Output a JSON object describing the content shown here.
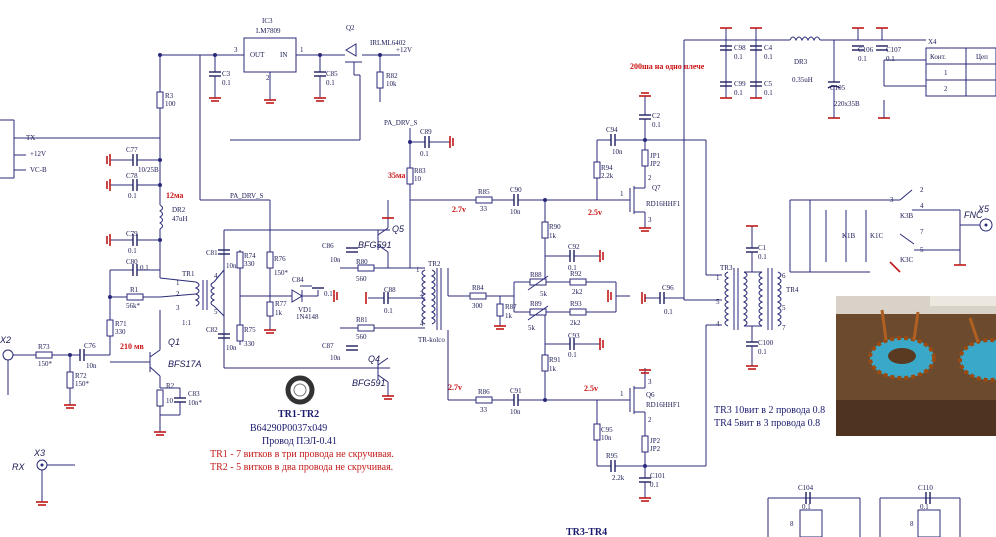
{
  "annotations": {
    "ic3_ref": "IC3",
    "ic3_part": "LM7809",
    "ic3_out": "OUT",
    "ic3_in": "IN",
    "ic3_pin3": "3",
    "ic3_pin1": "1",
    "ic3_pin2": "2",
    "q2_ref": "Q2",
    "q2_part": "IRLML6402",
    "v12": "+12V",
    "tx": "TX",
    "v12b": "+12V",
    "vcb": "VC-B",
    "pa_drv_s": "PA_DRV_S",
    "pa_drv_s2": "PA_DRV_S",
    "ma12": "12ма",
    "ma35": "35ма",
    "mv210": "210 мв",
    "v27a": "2.7v",
    "v27b": "2.7v",
    "v25a": "2.5v",
    "v25b": "2.5v",
    "per_arm": "200ша на одно плече",
    "rx": "RX",
    "x3": "X3",
    "x2": "X2",
    "x5": "X5",
    "fnc": "FNC",
    "x4": "X4",
    "x4_head": "Конт.",
    "x4_head2": "Цеп",
    "x4_r1": "1",
    "x4_r2": "2",
    "tr1": "TR1",
    "tr1_ratio": "1:1",
    "tr2": "TR2",
    "tr2_core": "TR-kolco",
    "tr3": "TR3",
    "tr4": "TR4",
    "tr34_title": "TR3-TR4",
    "q1": "Q1",
    "q1_part": "BFS17A",
    "q5": "Q5",
    "q5_part": "BFG591",
    "q4": "Q4",
    "q4_part": "BFG591",
    "q6": "Q6",
    "q6_part": "RD16HHF1",
    "q7": "Q7",
    "q7_part": "RD16HHF1",
    "dr2": "DR2",
    "dr2_val": "47uH",
    "dr3": "DR3",
    "dr3_val": "0.35uH",
    "k3b": "K3B",
    "k3c": "K3C",
    "k1b": "K1B",
    "k1c": "K1C",
    "jp1": "JP1",
    "jp1b": "JP2",
    "jp2": "JP2",
    "jp2b": "JP2",
    "vd1": "VD1",
    "vd1_part": "1N4148",
    "tr12_title": "TR1-TR2",
    "tr12_core": "B64290P0037x049",
    "tr12_wire": "Провод ПЭЛ-0.41",
    "tr1_note": "TR1 - 7 витков в три провода не скручивая.",
    "tr2_note": "TR2 - 5 витков в два провода не скручивая.",
    "tr3_note": "TR3 10вит в 2 провода 0.8",
    "tr4_note": "TR4  5вит в 3 провода 0.8"
  },
  "components": [
    {
      "ref": "C3",
      "value": "0.1"
    },
    {
      "ref": "C85",
      "value": "0.1"
    },
    {
      "ref": "R82",
      "value": "10k"
    },
    {
      "ref": "R3",
      "value": "100"
    },
    {
      "ref": "C77",
      "value": "10/25В"
    },
    {
      "ref": "C78",
      "value": "0.1"
    },
    {
      "ref": "C79",
      "value": "0.1"
    },
    {
      "ref": "C80",
      "value": "0.1"
    },
    {
      "ref": "R1",
      "value": "56k*"
    },
    {
      "ref": "R71",
      "value": "330"
    },
    {
      "ref": "R73",
      "value": "150*"
    },
    {
      "ref": "C76",
      "value": "10n"
    },
    {
      "ref": "R72",
      "value": "150*"
    },
    {
      "ref": "R2",
      "value": "10"
    },
    {
      "ref": "C83",
      "value": "10n*"
    },
    {
      "ref": "C81",
      "value": "10n"
    },
    {
      "ref": "R74",
      "value": "330"
    },
    {
      "ref": "R75",
      "value": "330"
    },
    {
      "ref": "C82",
      "value": "10n"
    },
    {
      "ref": "R76",
      "value": "150*"
    },
    {
      "ref": "R77",
      "value": "1k"
    },
    {
      "ref": "C84",
      "value": "0.1"
    },
    {
      "ref": "C86",
      "value": "10n"
    },
    {
      "ref": "R80",
      "value": "560"
    },
    {
      "ref": "C88",
      "value": "0.1"
    },
    {
      "ref": "R81",
      "value": "560"
    },
    {
      "ref": "C87",
      "value": "10n"
    },
    {
      "ref": "C89",
      "value": "0.1"
    },
    {
      "ref": "R83",
      "value": "10"
    },
    {
      "ref": "R85",
      "value": "33"
    },
    {
      "ref": "C90",
      "value": "10n"
    },
    {
      "ref": "R84",
      "value": "300"
    },
    {
      "ref": "R87",
      "value": "1k"
    },
    {
      "ref": "R86",
      "value": "33"
    },
    {
      "ref": "C91",
      "value": "10n"
    },
    {
      "ref": "R90",
      "value": "1k"
    },
    {
      "ref": "C92",
      "value": "0.1"
    },
    {
      "ref": "R88",
      "value": "5k"
    },
    {
      "ref": "R92",
      "value": "2k2"
    },
    {
      "ref": "R89",
      "value": "5k"
    },
    {
      "ref": "R93",
      "value": "2k2"
    },
    {
      "ref": "C93",
      "value": "0.1"
    },
    {
      "ref": "R91",
      "value": "1k"
    },
    {
      "ref": "C94",
      "value": "10n"
    },
    {
      "ref": "R94",
      "value": "2.2k"
    },
    {
      "ref": "C2",
      "value": "0.1"
    },
    {
      "ref": "C95",
      "value": "10n"
    },
    {
      "ref": "R95",
      "value": "2.2k"
    },
    {
      "ref": "C101",
      "value": "0.1"
    },
    {
      "ref": "C96",
      "value": "0.1"
    },
    {
      "ref": "C1",
      "value": "0.1"
    },
    {
      "ref": "C100",
      "value": "0.1"
    },
    {
      "ref": "C98",
      "value": "0.1"
    },
    {
      "ref": "C4",
      "value": "0.1"
    },
    {
      "ref": "C99",
      "value": "0.1"
    },
    {
      "ref": "C5",
      "value": "0.1"
    },
    {
      "ref": "C105",
      "value": "220x35В"
    },
    {
      "ref": "C106",
      "value": "0.1"
    },
    {
      "ref": "C107",
      "value": "0.1"
    },
    {
      "ref": "C104",
      "value": "0.1"
    },
    {
      "ref": "C110",
      "value": "0.1"
    }
  ],
  "photo": {
    "description_icon": "toroid-photo-icon"
  },
  "colors": {
    "wire": "#2a2a7a",
    "ground": "#c01818",
    "note": "#c41a1a",
    "label": "#1a1a55"
  }
}
